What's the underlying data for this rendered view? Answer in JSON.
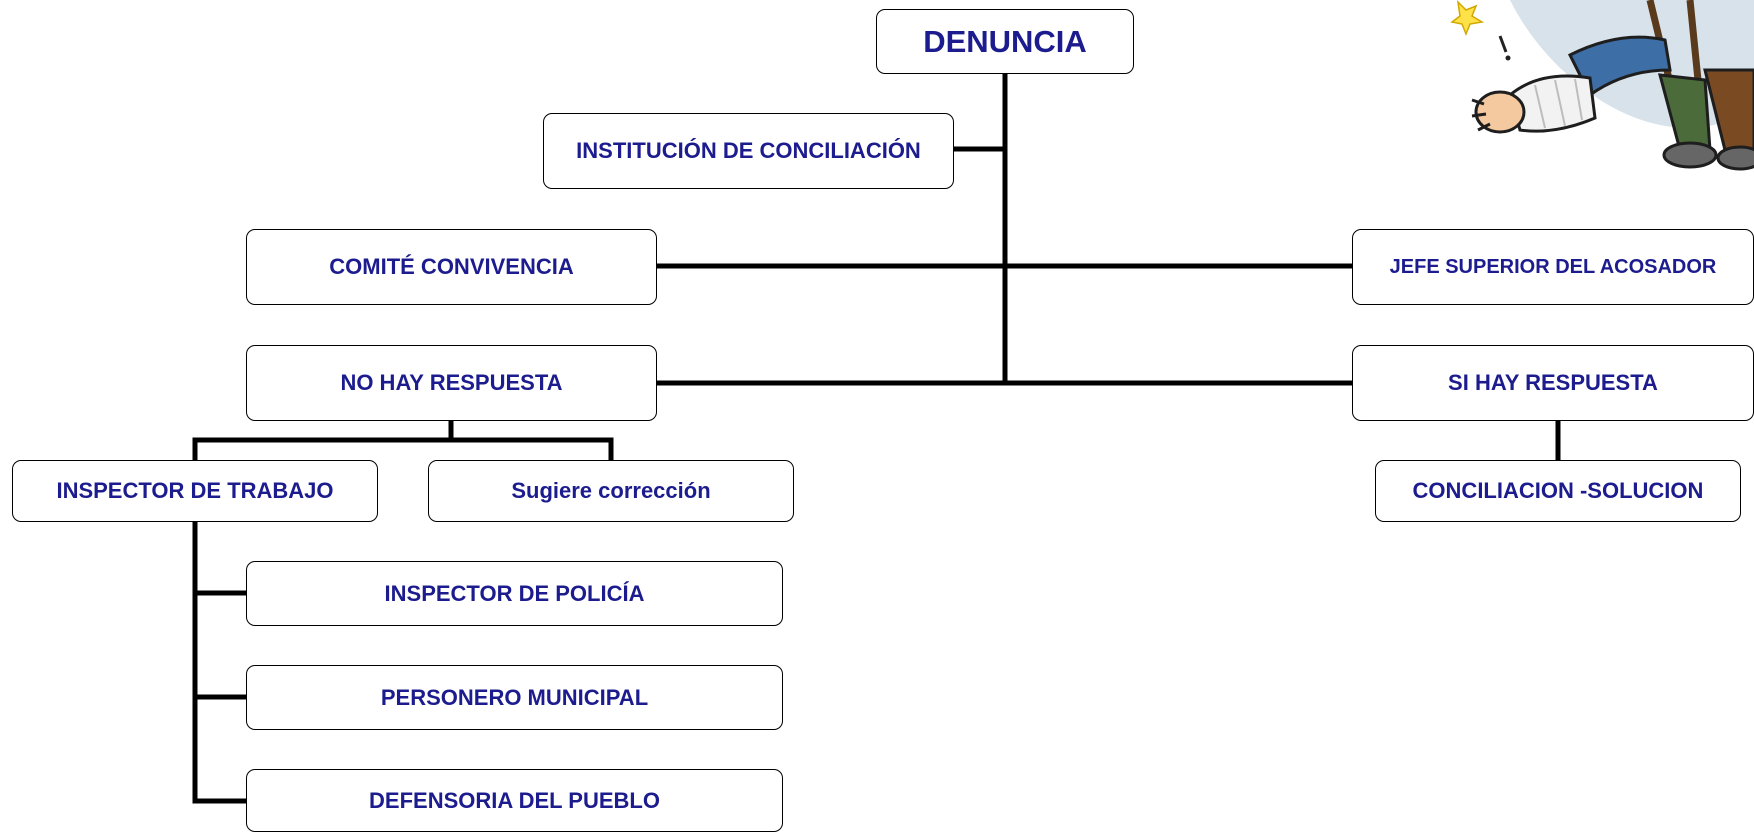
{
  "diagram": {
    "root": "DENUNCIA",
    "nodes": {
      "institucion": "INSTITUCIÓN DE CONCILIACIÓN",
      "comite": "COMITÉ CONVIVENCIA",
      "jefe": "JEFE SUPERIOR DEL ACOSADOR",
      "no_respuesta": "NO HAY RESPUESTA",
      "si_respuesta": "SI HAY RESPUESTA",
      "inspector_trabajo": "INSPECTOR DE TRABAJO",
      "sugiere": "Sugiere corrección",
      "conciliacion": "CONCILIACION -SOLUCION",
      "inspector_policia": "INSPECTOR DE POLICÍA",
      "personero": "PERSONERO MUNICIPAL",
      "defensoria": "DEFENSORIA DEL PUEBLO"
    }
  },
  "colors": {
    "text": "#1c1c8f",
    "connector": "#000000"
  },
  "illustration": {
    "icon": "injured-worker-cartoon-icon"
  }
}
